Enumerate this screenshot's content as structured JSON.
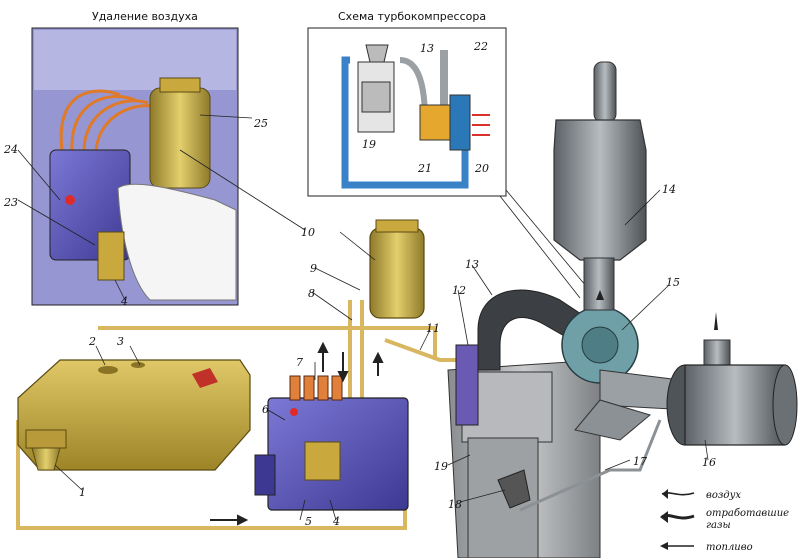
{
  "captions": {
    "air_removal": "Удаление воздуха",
    "turbo_scheme": "Схема турбокомпрессора"
  },
  "labels": {
    "l1": "1",
    "l2": "2",
    "l3": "3",
    "l4a": "4",
    "l4b": "4",
    "l5": "5",
    "l6": "6",
    "l7": "7",
    "l8": "8",
    "l9": "9",
    "l10": "10",
    "l11": "11",
    "l12": "12",
    "l13a": "13",
    "l13b": "13",
    "l14": "14",
    "l15": "15",
    "l16": "16",
    "l17": "17",
    "l18": "18",
    "l19a": "19",
    "l19b": "19",
    "l20": "20",
    "l21": "21",
    "l22": "22",
    "l23": "23",
    "l24": "24",
    "l25": "25"
  },
  "legend": {
    "air": "воздух",
    "exhaust_line1": "отработавшие",
    "exhaust_line2": "газы",
    "fuel": "топливо"
  },
  "colors": {
    "fuel_line": "#d8b760",
    "tank": "#c9ad45",
    "pump": "#5a55b0",
    "turbo": "#6fa0a8",
    "engine": "#a9a9a9",
    "inset_bg": "#8f90cf",
    "intake_pipe": "#3a82c8"
  }
}
